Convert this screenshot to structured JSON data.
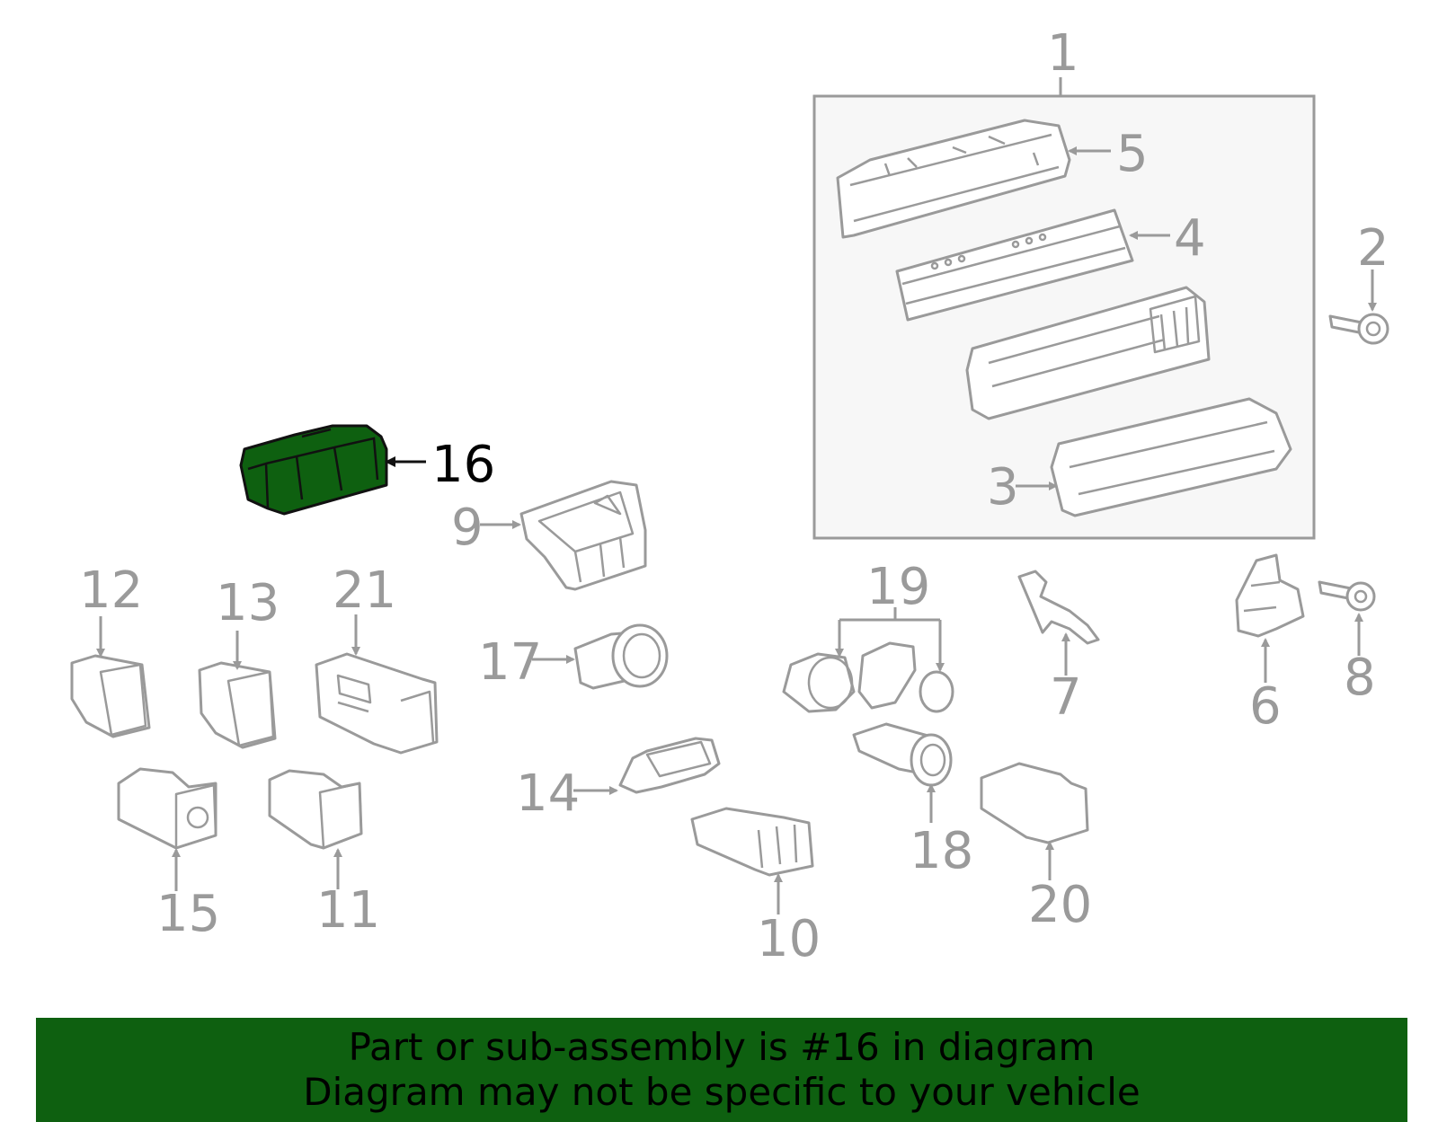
{
  "colors": {
    "highlight": "#0e6010",
    "banner": "#0e6010",
    "line": "#9a9a9a",
    "text": "#000000"
  },
  "highlighted_part": "16",
  "callouts": {
    "c1": "1",
    "c2": "2",
    "c3": "3",
    "c4": "4",
    "c5": "5",
    "c6": "6",
    "c7": "7",
    "c8": "8",
    "c9": "9",
    "c10": "10",
    "c11": "11",
    "c12": "12",
    "c13": "13",
    "c14": "14",
    "c15": "15",
    "c16": "16",
    "c17": "17",
    "c18": "18",
    "c19": "19",
    "c20": "20",
    "c21": "21"
  },
  "banner": {
    "line1": "Part or sub-assembly is #16 in diagram",
    "line2": "Diagram may not be specific to your vehicle"
  }
}
